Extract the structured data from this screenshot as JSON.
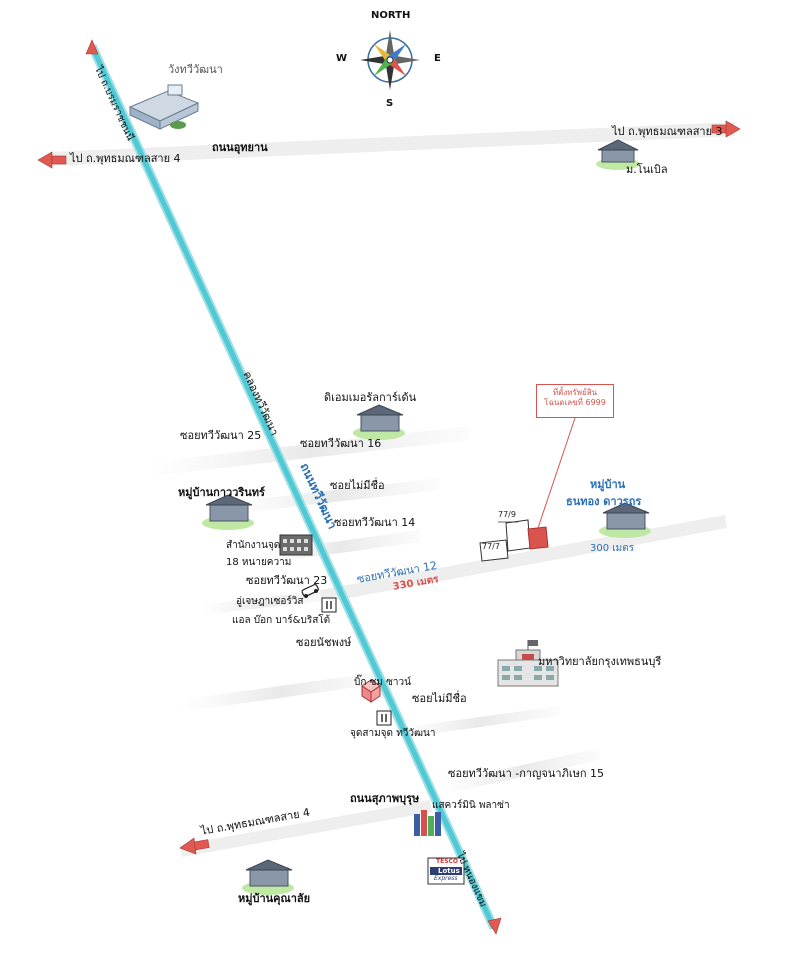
{
  "compass": {
    "north": "NORTH",
    "south": "S",
    "east": "E",
    "west": "W"
  },
  "colors": {
    "main_road": "#4fc9d4",
    "arrow": "#e05a52",
    "highlight": "#d9534f",
    "blue_text": "#2a6fb5",
    "side_road": "#eeeeee"
  },
  "roads": {
    "main_road_name": "ถนนทวีวัฒนา",
    "canal_name": "คลองทวีวัฒนา",
    "to_top": "ไป ถ.บรมราชชนนี",
    "to_bottom": "ไป หนองแขม",
    "uthayan": "ถนนอุทยาน",
    "uthayan_to_left": "ไป ถ.พุทธมณฑลสาย 4",
    "uthayan_to_right": "ไป ถ.พุทธมณฑลสาย 3",
    "suphapburut": "ถนนสุภาพบุรุษ",
    "suphapburut_to_left": "ไป ถ.พุทธมณฑลสาย 4"
  },
  "sois": {
    "soi25": "ซอยทวีวัฒนา 25",
    "soi16": "ซอยทวีวัฒนา 16",
    "noname1": "ซอยไม่มีชื่อ",
    "soi14": "ซอยทวีวัฒนา 14",
    "soi23": "ซอยทวีวัฒนา 23",
    "soi12": "ซอยทวีวัฒนา 12",
    "soi12_distance": "330 เมตร",
    "nutchaphong": "ซอยนัชพงษ์",
    "noname2": "ซอยไม่มีชื่อ",
    "soi15": "ซอยทวีวัฒนา -กาญจนาภิเษก 15"
  },
  "places": {
    "palace": "วังทวีวัฒนา",
    "nobel": "ม.โนเบิล",
    "emerald": "ดิเอมเมอรัลการ์เด้น",
    "kaewarin": "หมู่บ้านกาววรินทร์",
    "office_line1": "สำนักงานจุด",
    "office_line2": "18 หนายความ",
    "garage": "อู่เจษฎาเซอร์วิส",
    "bar": "แอล บ๊อก บาร์&บริสโต้",
    "bigsam": "บิ๊ก ซม ซาวน์",
    "restaurant": "จุดสามจุด ทวีวัฒนา",
    "plaza": "แสควร์มินิ พลาซ่า",
    "university": "มหาวิทยาลัยกรุงเทพธนบุรี",
    "thongthong_line1": "หมู่บ้าน",
    "thongthong_line2": "ธนทอง ดาวรถร",
    "thongthong_distance": "300 เมตร",
    "khunalai": "หมู่บ้านคุณาลัย",
    "lotus_line1": "TESCO",
    "lotus_line2": "Lotus",
    "lotus_line3": "Express"
  },
  "target": {
    "callout_line1": "ที่ตั้งทรัพย์สิน",
    "callout_line2": "โฉนดเลขที่ 6999",
    "lot_left": "77/7",
    "lot_top": "77/9"
  }
}
